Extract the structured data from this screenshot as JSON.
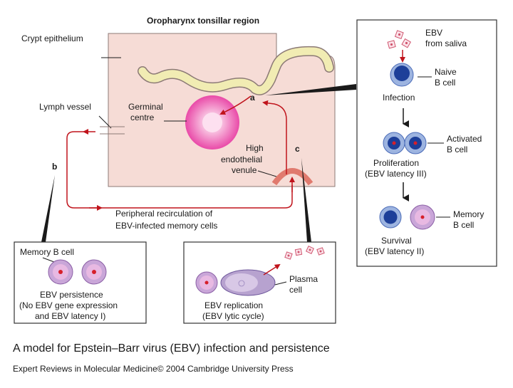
{
  "title": "Oropharynx tonsillar region",
  "labels": {
    "crypt_epithelium": "Crypt epithelium",
    "lymph_vessel": "Lymph vessel",
    "germinal_centre_1": "Germinal",
    "germinal_centre_2": "centre",
    "hev_1": "High",
    "hev_2": "endothelial",
    "hev_3": "venule",
    "recirc_1": "Peripheral recirculation of",
    "recirc_2": "EBV-infected memory cells",
    "marker_a": "a",
    "marker_b": "b",
    "marker_c": "c"
  },
  "panel_right": {
    "ebv_1": "EBV",
    "ebv_2": "from saliva",
    "naive_1": "Naive",
    "naive_2": "B cell",
    "infection": "Infection",
    "activated_1": "Activated",
    "activated_2": "B cell",
    "proliferation_1": "Proliferation",
    "proliferation_2": "(EBV latency III)",
    "memory_1": "Memory",
    "memory_2": "B cell",
    "survival_1": "Survival",
    "survival_2": "(EBV latency II)"
  },
  "panel_b": {
    "title": "Memory B cell",
    "line1": "EBV persistence",
    "line2": "(No EBV gene expression",
    "line3": "and EBV latency I)"
  },
  "panel_c": {
    "plasma_1": "Plasma",
    "plasma_2": "cell",
    "line1": "EBV replication",
    "line2": "(EBV lytic cycle)"
  },
  "caption": "A model for Epstein–Barr virus (EBV) infection and persistence",
  "credit": "Expert Reviews in Molecular Medicine© 2004 Cambridge University Press",
  "colors": {
    "tissue": "#f6dcd6",
    "tissue_edge": "#8c7a76",
    "arrow": "#c0141c",
    "germinal_outer": "#e94aa8",
    "germinal_inner": "#f7b8dc",
    "bcell_outer": "#9db4e0",
    "bcell_nucleus": "#1d3f99",
    "memory_outer": "#c9a6d8",
    "plasma": "#b7a2cf"
  }
}
